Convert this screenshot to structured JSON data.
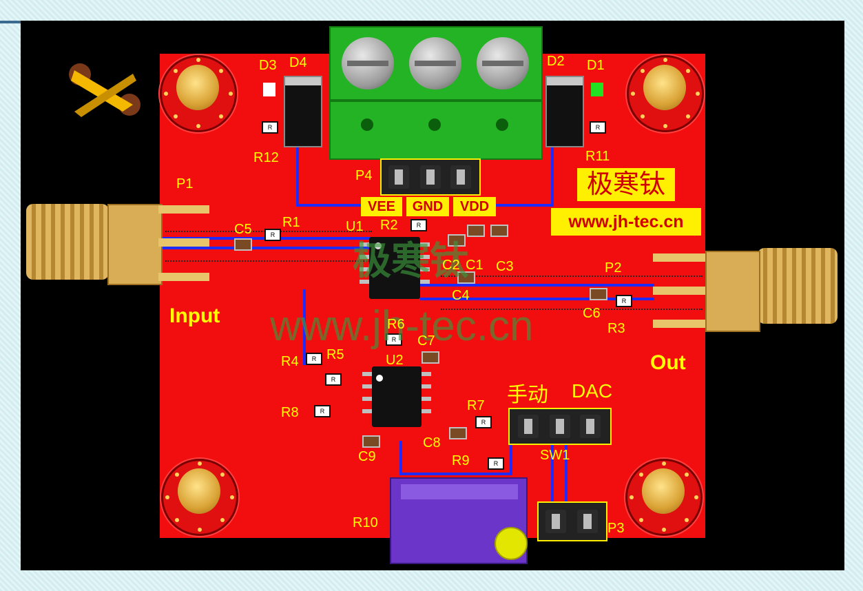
{
  "silkscreen": {
    "d3": "D3",
    "d4": "D4",
    "d2": "D2",
    "d1": "D1",
    "r12": "R12",
    "r11": "R11",
    "p4": "P4",
    "p1": "P1",
    "p2": "P2",
    "p3": "P3",
    "r1": "R1",
    "r2": "R2",
    "u1": "U1",
    "c5": "C5",
    "c2": "C2",
    "c1": "C1",
    "c3": "C3",
    "c4": "C4",
    "c6": "C6",
    "r3": "R3",
    "r6": "R6",
    "c7": "C7",
    "r5": "R5",
    "u2": "U2",
    "r4": "R4",
    "r8": "R8",
    "r7": "R7",
    "c8": "C8",
    "c9": "C9",
    "r9": "R9",
    "r10": "R10",
    "sw1": "SW1",
    "input": "Input",
    "out": "Out",
    "manual": "手动",
    "dac": "DAC"
  },
  "power_labels": {
    "vee": "VEE",
    "gnd": "GND",
    "vdd": "VDD"
  },
  "brand": {
    "chinese": "极寒钛",
    "url": "www.jh-tec.cn"
  },
  "watermark": {
    "cn": "极寒钛",
    "url": "www.jh-tec.cn"
  },
  "resistor_mark": "R",
  "colors": {
    "board": "#f20e0e",
    "background": "#000000",
    "silkscreen": "#ffff00",
    "trace": "#1e2bff",
    "terminal": "#24b324",
    "pot": "#6a35c8"
  }
}
